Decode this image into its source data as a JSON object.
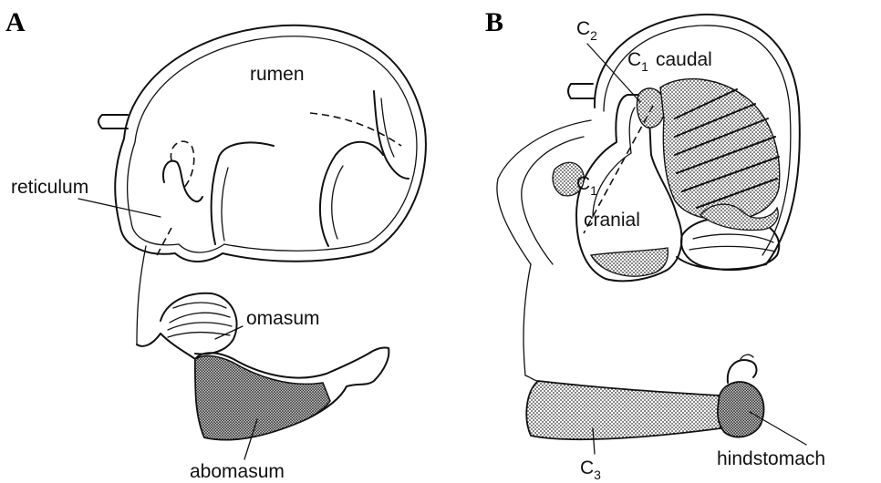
{
  "panels": {
    "a": {
      "letter": "A"
    },
    "b": {
      "letter": "B"
    }
  },
  "labels": {
    "rumen": "rumen",
    "reticulum": "reticulum",
    "omasum": "omasum",
    "abomasum": "abomasum",
    "c2": "C",
    "c2_sub": "2",
    "c1_caudal_c": "C",
    "c1_caudal_sub": "1",
    "c1_caudal_word": "caudal",
    "c1_cranial_c": "C",
    "c1_cranial_sub": "1",
    "c1_cranial_word": "cranial",
    "c3": "C",
    "c3_sub": "3",
    "hindstomach": "hindstomach"
  },
  "colors": {
    "ink": "#111111",
    "stipple": "#7a7a7a",
    "background": "#ffffff"
  }
}
